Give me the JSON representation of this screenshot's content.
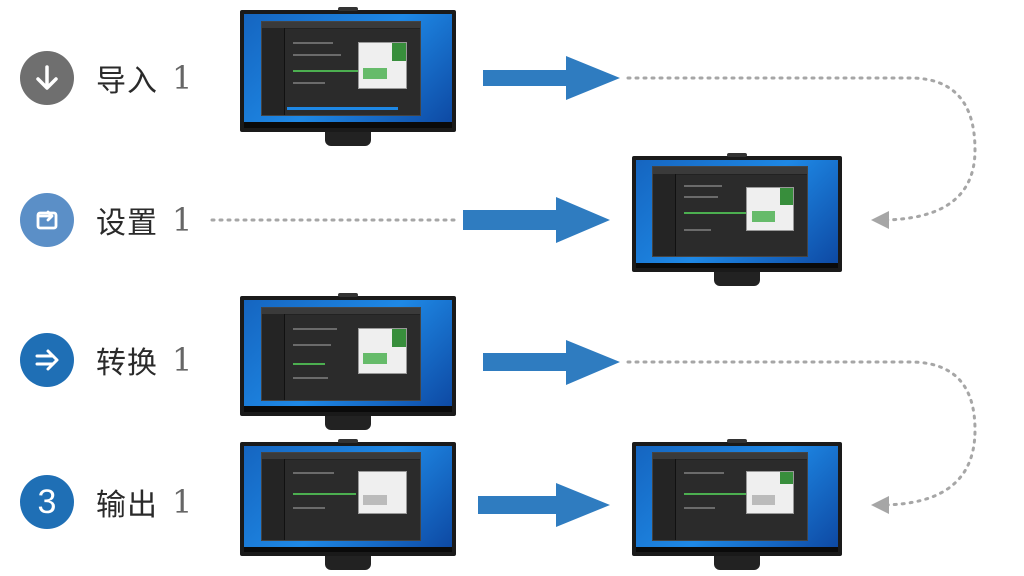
{
  "steps": [
    {
      "label": "导入",
      "number": "1",
      "icon": "arrow-down-icon",
      "color": "#6f6f6f"
    },
    {
      "label": "设置",
      "number": "1",
      "icon": "settings-icon",
      "color": "#5b8fc7"
    },
    {
      "label": "转换",
      "number": "1",
      "icon": "arrow-right-icon",
      "color": "#1f6fb5"
    },
    {
      "label": "输出",
      "number": "1",
      "icon": "number-3-icon",
      "icon_text": "3",
      "color": "#1f6fb5"
    }
  ],
  "colors": {
    "arrow": "#2f7cc0",
    "dotted": "#a6a6a6"
  }
}
